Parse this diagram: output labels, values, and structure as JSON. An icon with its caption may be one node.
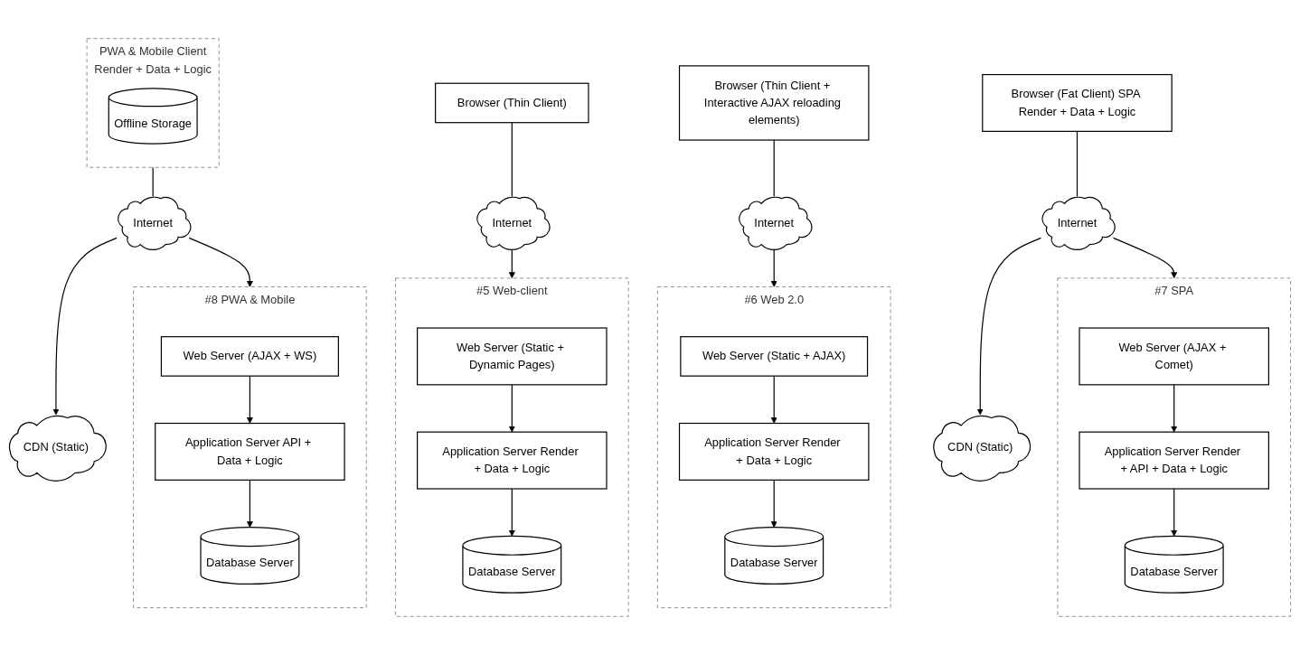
{
  "diagram": {
    "nodes": [
      {
        "text": [
          "Browser (Thin Client)"
        ]
      },
      {
        "text": [
          "Internet"
        ]
      },
      {
        "text": [
          "#5 Web-client"
        ]
      },
      {
        "text": [
          "Web Server (Static + Dynamic Pages)"
        ],
        "in": 2
      },
      {
        "text": [
          "Application Server Render + Data + Logic"
        ],
        "in": 2
      },
      {
        "text": [
          "Database Server"
        ],
        "in": 2
      },
      {
        "text": [
          "Browser (Thin Client + Interactive AJAX reloading elements)"
        ]
      },
      {
        "text": [
          "Internet"
        ]
      },
      {
        "text": [
          "#6 Web 2.0"
        ]
      },
      {
        "text": [
          "Web Server (Static + AJAX)"
        ],
        "in": 8
      },
      {
        "text": [
          "Application Server Render + Data + Logic"
        ],
        "in": 8
      },
      {
        "text": [
          "Database Server"
        ],
        "in": 8
      },
      {
        "text": [
          "Browser (Fat Client) SPA Render + Data + Logic"
        ]
      },
      {
        "text": [
          "Internet"
        ]
      },
      {
        "text": [
          "CDN (Static)"
        ]
      },
      {
        "text": [
          "#7 SPA"
        ]
      },
      {
        "text": [
          "Web Server (AJAX + Comet)"
        ],
        "in": 15
      },
      {
        "text": [
          "Application Server Render + API + Data + Logic"
        ],
        "in": 15
      },
      {
        "text": [
          "Database Server"
        ],
        "in": 15
      },
      {
        "text": [
          "PWA & Mobile Client",
          "Render + Data + Logic"
        ]
      },
      {
        "text": [
          "Offline Storage"
        ],
        "in": 19
      },
      {
        "text": [
          "Internet"
        ]
      },
      {
        "text": [
          "CDN (Static)"
        ]
      },
      {
        "text": [
          "#8 PWA & Mobile"
        ]
      },
      {
        "text": [
          "Web Server (AJAX + WS)"
        ],
        "in": 23
      },
      {
        "text": [
          "Application Server API + Data + Logic"
        ],
        "in": 23
      },
      {
        "text": [
          "Database Server"
        ],
        "in": 23
      }
    ],
    "edges": [
      {
        "from": 0,
        "to": 1,
        "arrow": "none"
      },
      {
        "from": 1,
        "to": 2,
        "arrow": "to"
      },
      {
        "from": 3,
        "to": 4,
        "arrow": "to"
      },
      {
        "from": 4,
        "to": 5,
        "arrow": "to"
      },
      {
        "from": 6,
        "to": 7,
        "arrow": "none"
      },
      {
        "from": 7,
        "to": 8,
        "arrow": "to"
      },
      {
        "from": 9,
        "to": 10,
        "arrow": "to"
      },
      {
        "from": 10,
        "to": 11,
        "arrow": "to"
      },
      {
        "from": 12,
        "to": 13,
        "arrow": "none"
      },
      {
        "from": 13,
        "to": 14,
        "arrow": "to"
      },
      {
        "from": 13,
        "to": 15,
        "arrow": "to"
      },
      {
        "from": 16,
        "to": 17,
        "arrow": "to"
      },
      {
        "from": 17,
        "to": 18,
        "arrow": "to"
      },
      {
        "from": 19,
        "to": 21,
        "arrow": "none"
      },
      {
        "from": 21,
        "to": 22,
        "arrow": "to"
      },
      {
        "from": 21,
        "to": 23,
        "arrow": "to"
      },
      {
        "from": 24,
        "to": 25,
        "arrow": "to"
      },
      {
        "from": 25,
        "to": 26,
        "arrow": "to"
      }
    ]
  }
}
